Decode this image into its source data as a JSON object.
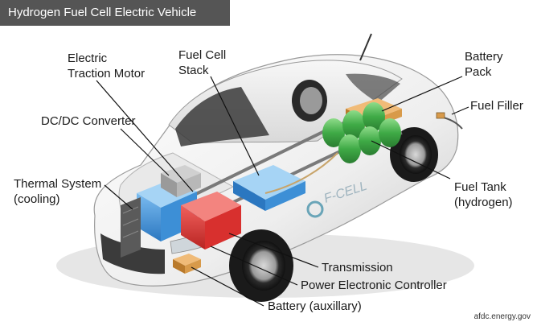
{
  "title": "Hydrogen Fuel Cell Electric Vehicle",
  "badge_text": "F-CELL",
  "credit": "afdc.energy.gov",
  "labels": {
    "motor": [
      "Electric",
      "Traction Motor"
    ],
    "stack": [
      "Fuel Cell",
      "Stack"
    ],
    "battery_pack": [
      "Battery",
      "Pack"
    ],
    "fuel_filler": "Fuel Filler",
    "dcdc": "DC/DC Converter",
    "thermal": [
      "Thermal System",
      "(cooling)"
    ],
    "fuel_tank": [
      "Fuel Tank",
      "(hydrogen)"
    ],
    "transmission": "Transmission",
    "pec": "Power Electronic Controller",
    "battery_aux": "Battery (auxillary)"
  },
  "colors": {
    "title_bg": "#555555",
    "battery_blue": "#3d8fd6",
    "motor_red": "#d8302e",
    "tank_green": "#3faa46",
    "battery_orange": "#d89a4a",
    "body_white": "#f2f2f2"
  }
}
